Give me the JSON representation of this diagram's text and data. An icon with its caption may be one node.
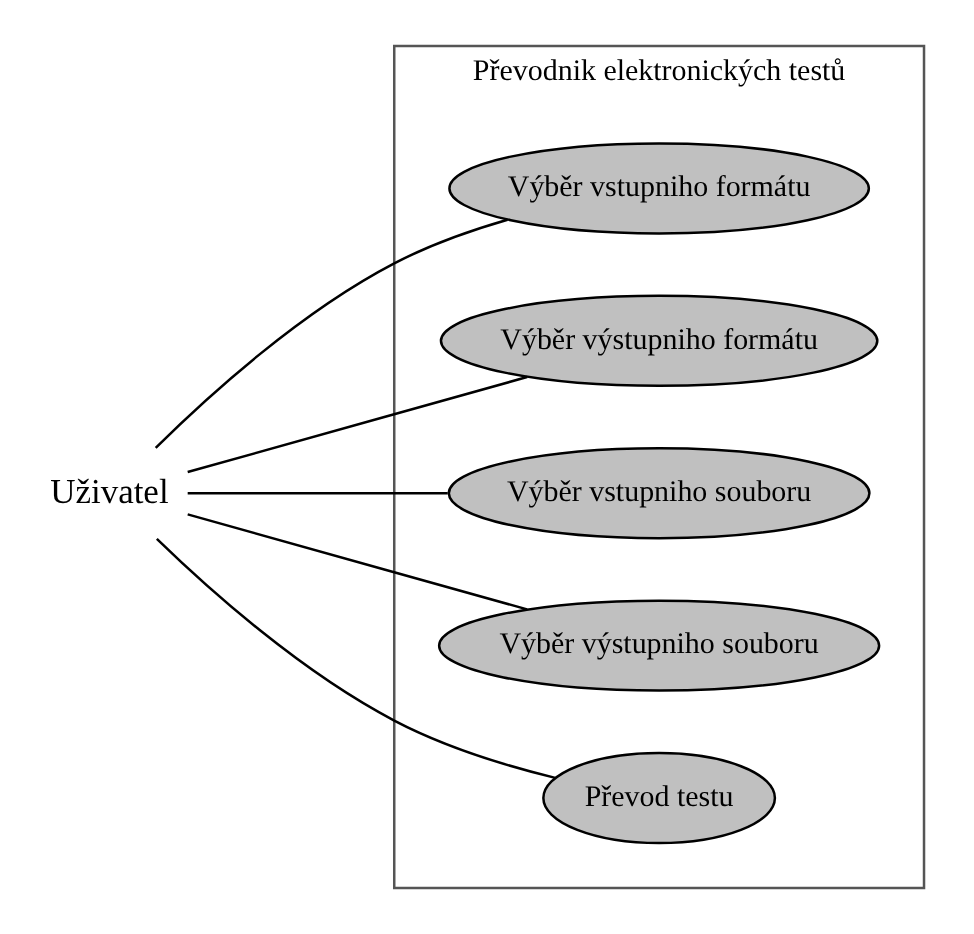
{
  "diagram": {
    "nodes": [
      {
        "text": [
          "Uživatel"
        ]
      },
      {
        "text": [
          "Převodnik elektronických testů"
        ]
      },
      {
        "text": [
          "Výběr vstupniho formátu"
        ],
        "in": 1
      },
      {
        "text": [
          "Výběr výstupniho formátu"
        ],
        "in": 1
      },
      {
        "text": [
          "Výběr vstupniho souboru"
        ],
        "in": 1
      },
      {
        "text": [
          "Výběr výstupniho souboru"
        ],
        "in": 1
      },
      {
        "text": [
          "Převod testu"
        ],
        "in": 1
      }
    ],
    "edges": [
      {
        "from": 0,
        "to": 2,
        "arrow": "none"
      },
      {
        "from": 0,
        "to": 3,
        "arrow": "none"
      },
      {
        "from": 0,
        "to": 4,
        "arrow": "none"
      },
      {
        "from": 0,
        "to": 5,
        "arrow": "none"
      },
      {
        "from": 0,
        "to": 6,
        "arrow": "none"
      }
    ]
  }
}
